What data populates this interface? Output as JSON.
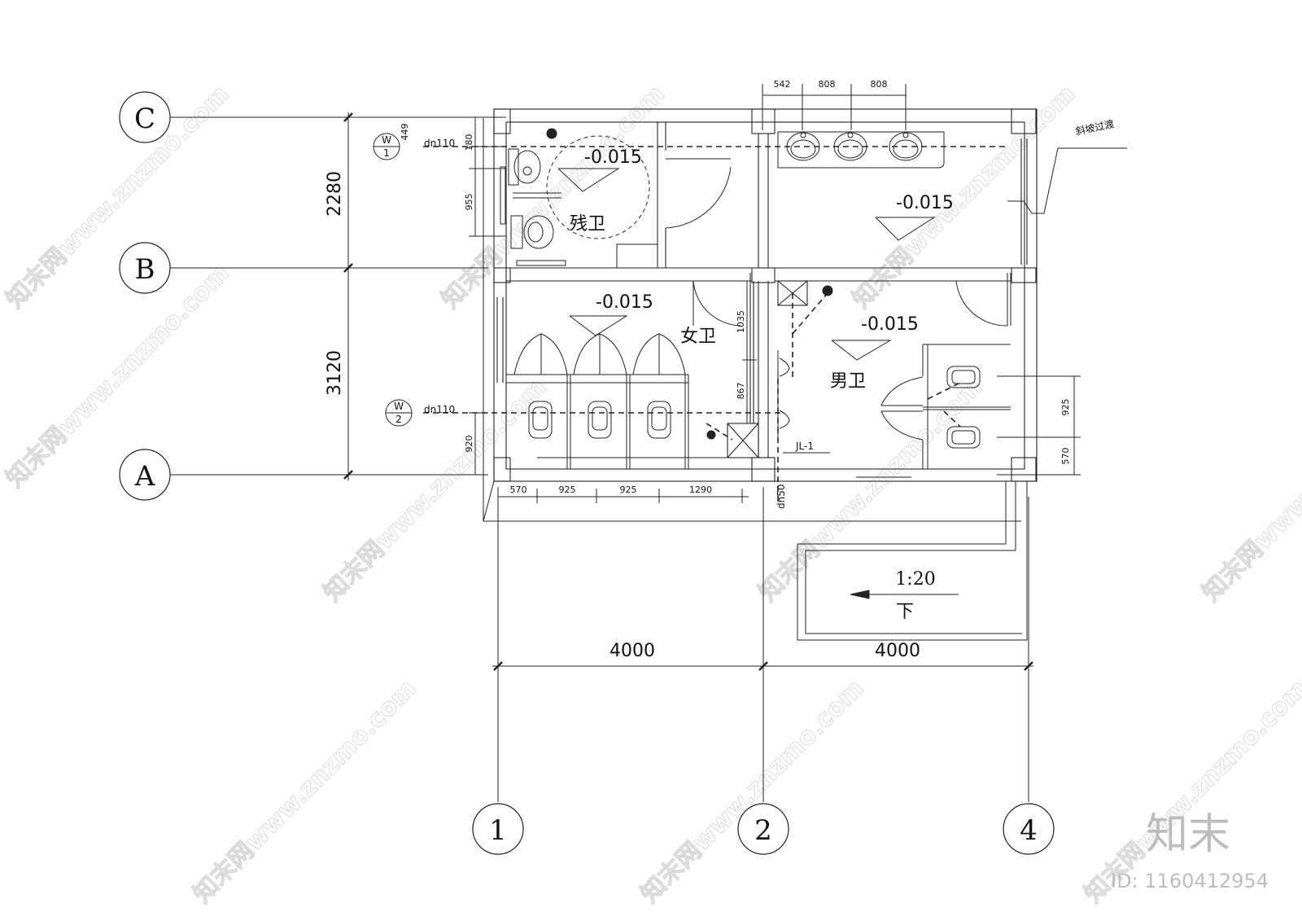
{
  "axes": {
    "rows": [
      "C",
      "B",
      "A"
    ],
    "columns": [
      "1",
      "2",
      "4"
    ]
  },
  "dimensions": {
    "left_vertical": [
      "2280",
      "3120"
    ],
    "bottom_spans": [
      "4000",
      "4000"
    ],
    "top_washbasins": [
      "542",
      "808",
      "808"
    ],
    "bottom_stalls": [
      "570",
      "925",
      "925",
      "1290"
    ],
    "acc_wc_stack": [
      "449",
      "180",
      "955"
    ],
    "female_side": [
      "1035",
      "867",
      "920"
    ],
    "male_urinals": [
      "925",
      "570"
    ]
  },
  "levels": [
    "-0.015",
    "-0.015",
    "-0.015",
    "-0.015"
  ],
  "rooms": {
    "accessible": "残卫",
    "female": "女卫",
    "male": "男卫"
  },
  "pipes": {
    "w1_label": "W",
    "w1_num": "1",
    "w2_label": "W",
    "w2_num": "2",
    "drain_top": "dn110",
    "drain_mid": "dn110",
    "riser": "JL-1",
    "riser_pipe": "dn50"
  },
  "annotations": {
    "slope_transition": "斜坡过渡",
    "ramp_ratio": "1:20",
    "ramp_dir": "下"
  },
  "watermark": {
    "site": "知末网www.znzmo.com",
    "brand": "知末",
    "id": "ID: 1160412954"
  }
}
